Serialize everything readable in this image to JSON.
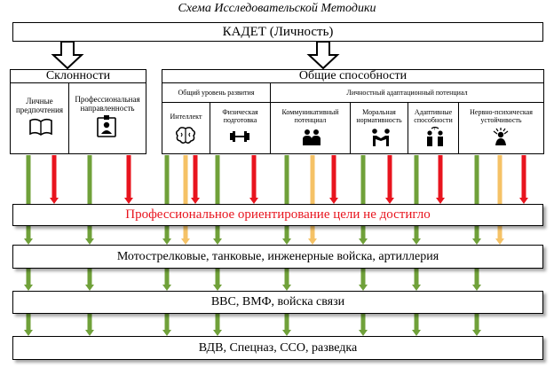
{
  "title": "Схема Исследовательской Методики",
  "top_box": "КАДЕТ (Личность)",
  "inclinations": {
    "header": "Склонности",
    "items": [
      {
        "label": "Личные предпочтения",
        "icon": "book-icon"
      },
      {
        "label": "Профессиональная направленность",
        "icon": "badge-icon"
      }
    ]
  },
  "general_abilities": {
    "header": "Общие способности",
    "groups": [
      {
        "header": "Общий уровень развития",
        "items": [
          {
            "label": "Интеллект",
            "icon": "brain-icon"
          },
          {
            "label": "Физическая подготовка",
            "icon": "dumbbell-icon"
          }
        ]
      },
      {
        "header": "Личностный адаптационный потенциал",
        "items": [
          {
            "label": "Коммуникативный потенциал",
            "icon": "people-icon"
          },
          {
            "label": "Моральная нормативность",
            "icon": "handshake-icon"
          },
          {
            "label": "Адаптивные способности",
            "icon": "adaptation-icon"
          },
          {
            "label": "Нервно-психическая устойчивость",
            "icon": "stress-icon"
          }
        ]
      }
    ]
  },
  "goal_not_reached": "Профессиональное ориентирование цели не достигло",
  "levels": [
    "Мотострелковые, танковые, инженерные войска, артиллерия",
    "ВВС, ВМФ, войска связи",
    "ВДВ, Спецназ, ССО, разведка"
  ],
  "colors": {
    "green": "#70a13a",
    "red": "#e8141e",
    "yellow": "#f5c266",
    "goal_text": "#e8141e"
  }
}
